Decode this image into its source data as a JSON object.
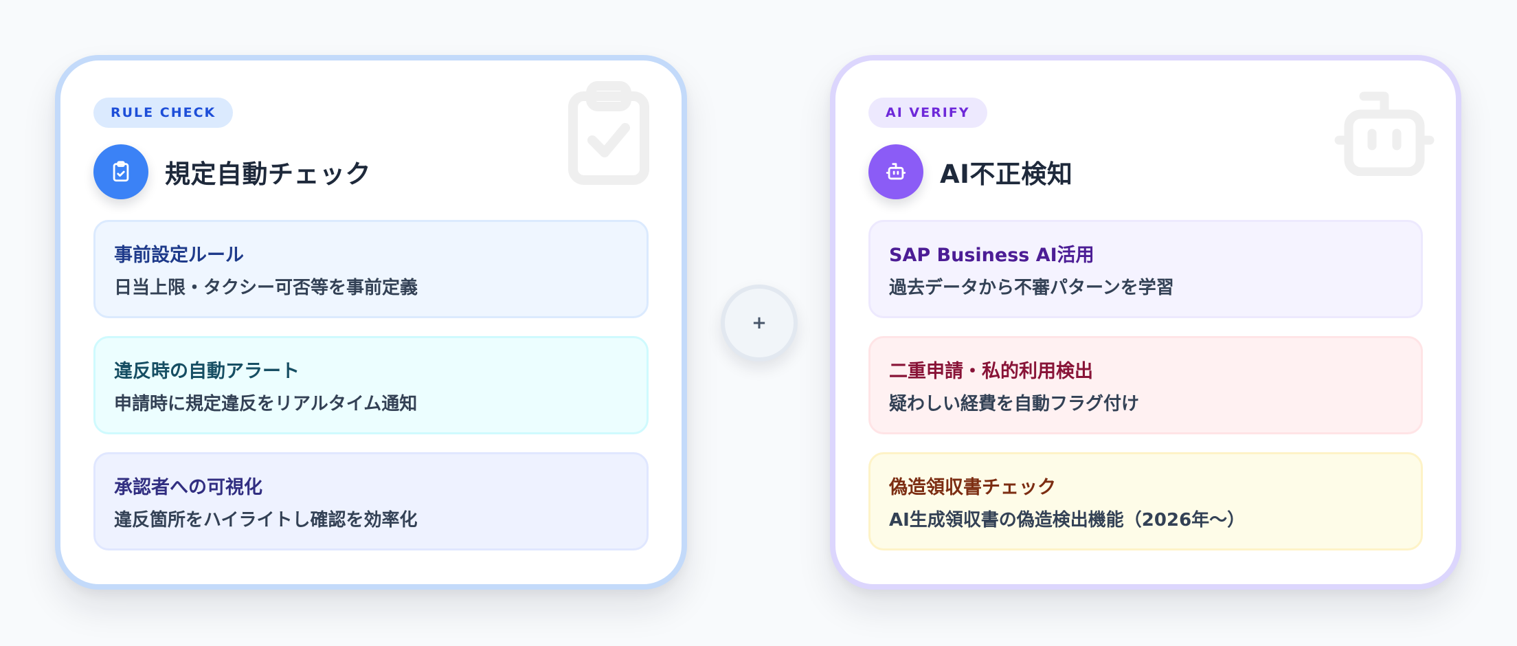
{
  "left_card": {
    "badge": "RULE CHECK",
    "icon": "clipboard-check-icon",
    "title": "規定自動チェック",
    "accent_color": "#3b82f6",
    "border_color": "#c3dafa",
    "items": [
      {
        "title": "事前設定ルール",
        "desc": "日当上限・タクシー可否等を事前定義",
        "bg": "#eff6ff",
        "border": "#dbeafe",
        "title_color": "#1e3a8a"
      },
      {
        "title": "違反時の自動アラート",
        "desc": "申請時に規定違反をリアルタイム通知",
        "bg": "#ecfeff",
        "border": "#cffafe",
        "title_color": "#164e63"
      },
      {
        "title": "承認者への可視化",
        "desc": "違反箇所をハイライトし確認を効率化",
        "bg": "#eef2ff",
        "border": "#e0e7ff",
        "title_color": "#312e81"
      }
    ]
  },
  "connector": {
    "symbol": "+",
    "icon": "plus-icon"
  },
  "right_card": {
    "badge": "AI VERIFY",
    "icon": "robot-icon",
    "title": "AI不正検知",
    "accent_color": "#8b5cf6",
    "border_color": "#dcd6fd",
    "items": [
      {
        "title": "SAP Business AI活用",
        "desc": "過去データから不審パターンを学習",
        "bg": "#f5f3ff",
        "border": "#ede9fe",
        "title_color": "#4c1d95"
      },
      {
        "title": "二重申請・私的利用検出",
        "desc": "疑わしい経費を自動フラグ付け",
        "bg": "#fff1f2",
        "border": "#ffe4e6",
        "title_color": "#881337"
      },
      {
        "title": "偽造領収書チェック",
        "desc": "AI生成領収書の偽造検出機能（2026年〜）",
        "bg": "#fefce8",
        "border": "#fef3c7",
        "title_color": "#7c2d12"
      }
    ]
  }
}
